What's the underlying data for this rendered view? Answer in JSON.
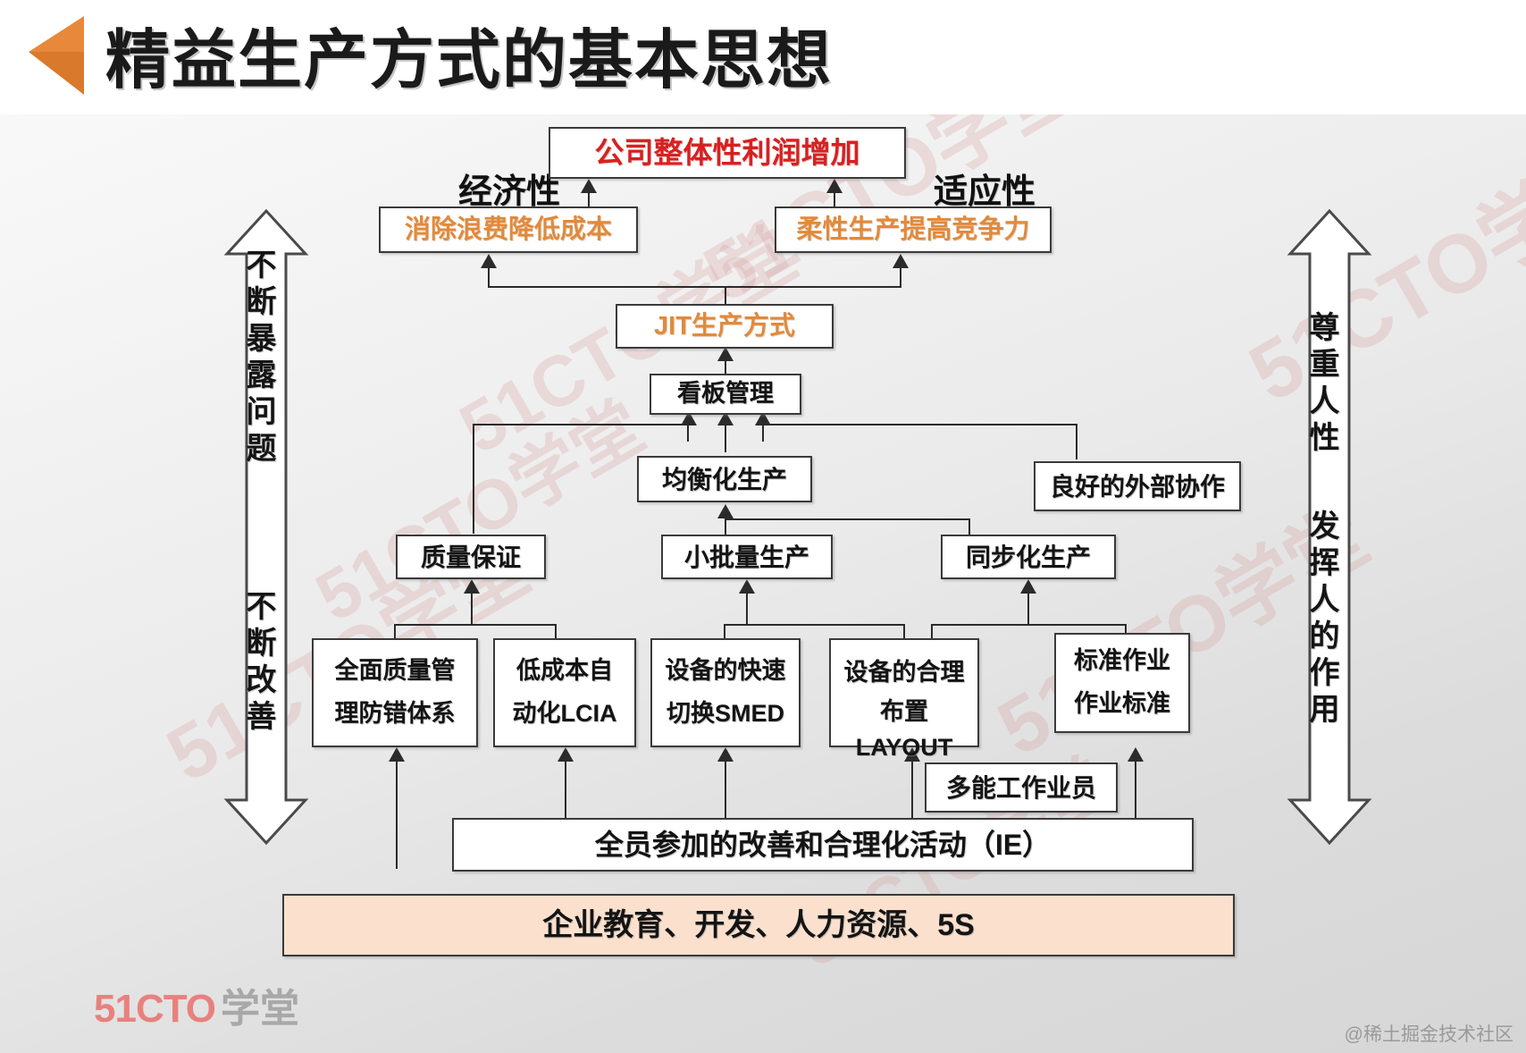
{
  "header": {
    "title": "精益生产方式的基本思想",
    "bullet_icon": "triangle-left-icon"
  },
  "labels": {
    "economy": "经济性",
    "adaptability": "适应性"
  },
  "nodes": {
    "profit": "公司整体性利润增加",
    "waste": "消除浪费降低成本",
    "flexible": "柔性生产提高竞争力",
    "jit": "JIT生产方式",
    "kanban": "看板管理",
    "leveling": "均衡化生产",
    "external": "良好的外部协作",
    "quality": "质量保证",
    "smalllot": "小批量生产",
    "sync": "同步化生产",
    "tqm_l1": "全面质量管",
    "tqm_l2": "理防错体系",
    "lcia_l1": "低成本自",
    "lcia_l2": "动化LCIA",
    "smed_l1": "设备的快速",
    "smed_l2": "切换SMED",
    "layout_l1": "设备的合理",
    "layout_l2": "布置",
    "layout_l3": "LAYOUT",
    "std_l1": "标准作业",
    "std_l2": "作业标准",
    "multiskill": "多能工作业员",
    "ie": "全员参加的改善和合理化活动（IE）",
    "foundation": "企业教育、开发、人力资源、5S"
  },
  "side_arrows": {
    "left_top": "不断暴露问题",
    "left_bottom": "不断改善",
    "right_top": "尊重人性",
    "right_bottom": "发挥人的作用"
  },
  "branding": {
    "logo_mark": "51CTO",
    "logo_word": "学堂",
    "credit": "@稀土掘金技术社区",
    "watermark": "51CTO学堂"
  },
  "colors": {
    "accent_orange": "#e08a3c",
    "title_bullet": "#e8883a",
    "highlight_red": "#d82020",
    "foundation_fill": "#fbe0cd",
    "line": "#2b2b2b"
  }
}
